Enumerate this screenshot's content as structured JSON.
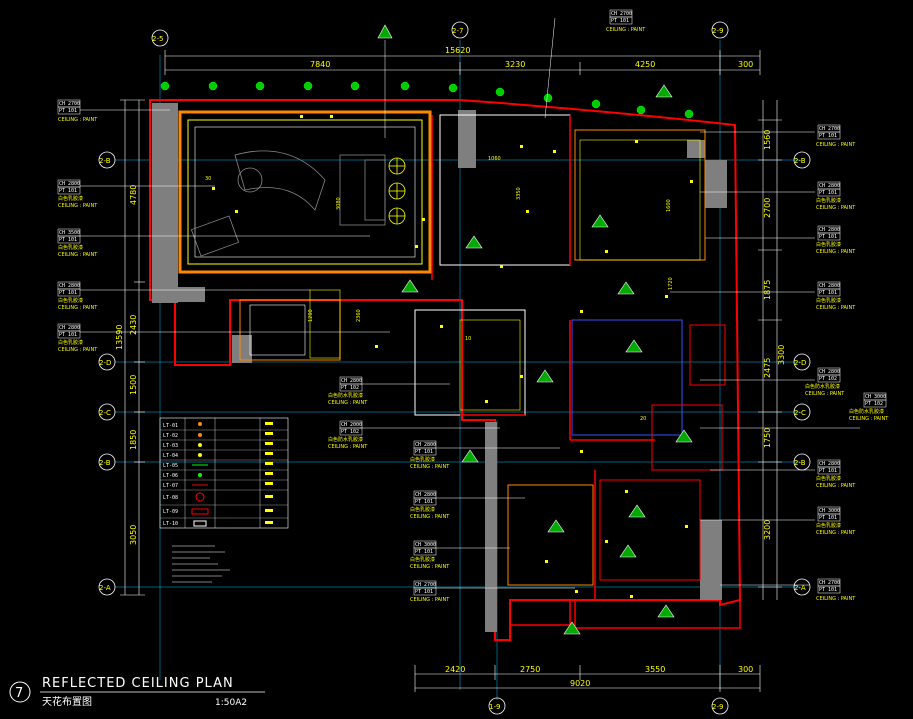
{
  "drawing": {
    "number": "7",
    "title_en": "REFLECTED CEILING PLAN",
    "title_cn": "天花布置图",
    "scale": "1:50A2"
  },
  "dimensions": {
    "top_total": "15620",
    "top_segments": [
      "7840",
      "3230",
      "4250",
      "300"
    ],
    "bottom_total": "9020",
    "bottom_segments": [
      "2420",
      "2750",
      "3550",
      "300"
    ],
    "left_total": "13590",
    "left_segments": [
      "4780",
      "2430",
      "1500",
      "1850",
      "3050"
    ],
    "right_segments": [
      "1560",
      "2700",
      "1875",
      "3300",
      "2475",
      "1750",
      "3200"
    ]
  },
  "grid_labels": {
    "top": [
      "2-5",
      "2-7",
      "2-9"
    ],
    "bottom": [
      "1-9",
      "2-9"
    ],
    "left": [
      "2-B",
      "2-D",
      "2-C",
      "2-B",
      "2-A"
    ],
    "right": [
      "2-B",
      "2-D",
      "2-C",
      "2-B",
      "2-A"
    ]
  },
  "ceiling_tags": {
    "left": [
      {
        "ch": "CH  2700",
        "pt": "PT  101",
        "note": "CEILING : PAINT"
      },
      {
        "ch": "CH  2800",
        "pt": "PT  101",
        "note": "白色乳胶漆",
        "note2": "CEILING : PAINT"
      },
      {
        "ch": "CH  3500",
        "pt": "PT  101",
        "note": "白色乳胶漆",
        "note2": "CEILING : PAINT"
      },
      {
        "ch": "CH  2800",
        "pt": "PT  101",
        "note": "白色乳胶漆",
        "note2": "CEILING : PAINT"
      },
      {
        "ch": "CH  2800",
        "pt": "PT  101",
        "note": "白色乳胶漆",
        "note2": "CEILING : PAINT"
      }
    ],
    "middle": [
      {
        "ch": "CH  2800",
        "pt": "PT  102",
        "note": "白色防水乳胶漆",
        "note2": "CEILING : PAINT"
      },
      {
        "ch": "CH  2000",
        "pt": "PT  102",
        "note": "白色防水乳胶漆",
        "note2": "CEILING : PAINT"
      },
      {
        "ch": "CH  2800",
        "pt": "PT  101",
        "note": "白色乳胶漆",
        "note2": "CEILING : PAINT"
      },
      {
        "ch": "CH  2800",
        "pt": "PT  101",
        "note": "白色乳胶漆",
        "note2": "CEILING : PAINT"
      },
      {
        "ch": "CH  3000",
        "pt": "PT  101",
        "note": "白色乳胶漆",
        "note2": "CEILING : PAINT"
      },
      {
        "ch": "CH  2700",
        "pt": "PT  101",
        "note": "CEILING : PAINT"
      }
    ],
    "right": [
      {
        "ch": "CH  2700",
        "pt": "PT  101",
        "note": "CEILING : PAINT"
      },
      {
        "ch": "CH  2800",
        "pt": "PT  101",
        "note": "白色乳胶漆",
        "note2": "CEILING : PAINT"
      },
      {
        "ch": "CH  2800",
        "pt": "PT  101",
        "note": "白色乳胶漆",
        "note2": "CEILING : PAINT"
      },
      {
        "ch": "CH  2800",
        "pt": "PT  101",
        "note": "白色乳胶漆",
        "note2": "CEILING : PAINT"
      },
      {
        "ch": "CH  2800",
        "pt": "PT  102",
        "note": "白色防水乳胶漆",
        "note2": "CEILING : PAINT"
      },
      {
        "ch": "CH  3000",
        "pt": "PT  102",
        "note": "白色防水乳胶漆",
        "note2": "CEILING : PAINT"
      },
      {
        "ch": "CH  2800",
        "pt": "PT  101",
        "note": "白色乳胶漆",
        "note2": "CEILING : PAINT"
      },
      {
        "ch": "CH  3000",
        "pt": "PT  101",
        "note": "白色乳胶漆",
        "note2": "CEILING : PAINT"
      },
      {
        "ch": "CH  2700",
        "pt": "PT  101",
        "note": "CEILING : PAINT"
      }
    ],
    "top": {
      "ch": "CH  2700",
      "pt": "PT  101",
      "note": "CEILING : PAINT"
    }
  },
  "room_dims": [
    "3080",
    "1060",
    "3350",
    "1200",
    "2360",
    "1600",
    "1720",
    "30",
    "10",
    "20"
  ],
  "legend_codes": [
    "LT-01",
    "LT-02",
    "LT-03",
    "LT-04",
    "LT-05",
    "LT-06",
    "LT-07",
    "LT-08",
    "LT-09",
    "LT-10"
  ],
  "colors": {
    "background": "#000000",
    "wall": "#ff0000",
    "ceiling_edge": "#ff8800",
    "inner_line": "#ffff00",
    "dimension": "#ffff00",
    "grid": "#00ffff",
    "tree": "#00cc00",
    "fixture": "#ffff00",
    "furniture": "#888888",
    "column": "#888888"
  }
}
